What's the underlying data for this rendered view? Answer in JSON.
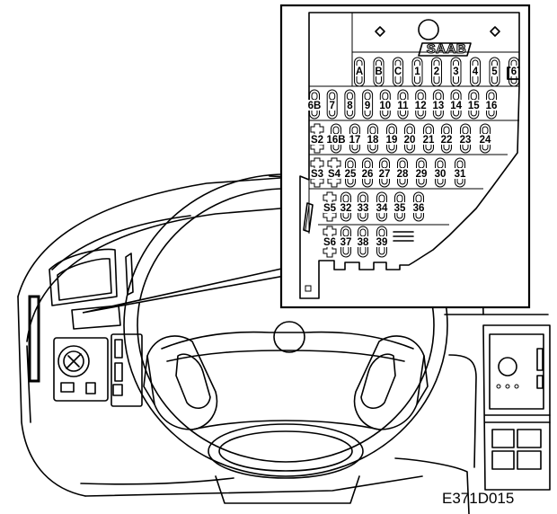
{
  "diagram": {
    "brand_logo": "SAAB",
    "figure_code": "E371D015",
    "fuse_rows": [
      [
        "A",
        "B",
        "C",
        "1",
        "2",
        "3",
        "4",
        "5",
        "6"
      ],
      [
        "6B",
        "7",
        "8",
        "9",
        "10",
        "11",
        "12",
        "13",
        "14",
        "15",
        "16"
      ],
      [
        "S2",
        "16B",
        "17",
        "18",
        "19",
        "20",
        "21",
        "22",
        "23",
        "24"
      ],
      [
        "S3",
        "S4",
        "25",
        "26",
        "27",
        "28",
        "29",
        "30",
        "31"
      ],
      [
        "S5",
        "32",
        "33",
        "34",
        "35",
        "36"
      ],
      [
        "S6",
        "37",
        "38",
        "39"
      ]
    ],
    "icons": [
      "fuse-box-panel",
      "steering-wheel",
      "headlight-switch",
      "relay-slot"
    ]
  }
}
